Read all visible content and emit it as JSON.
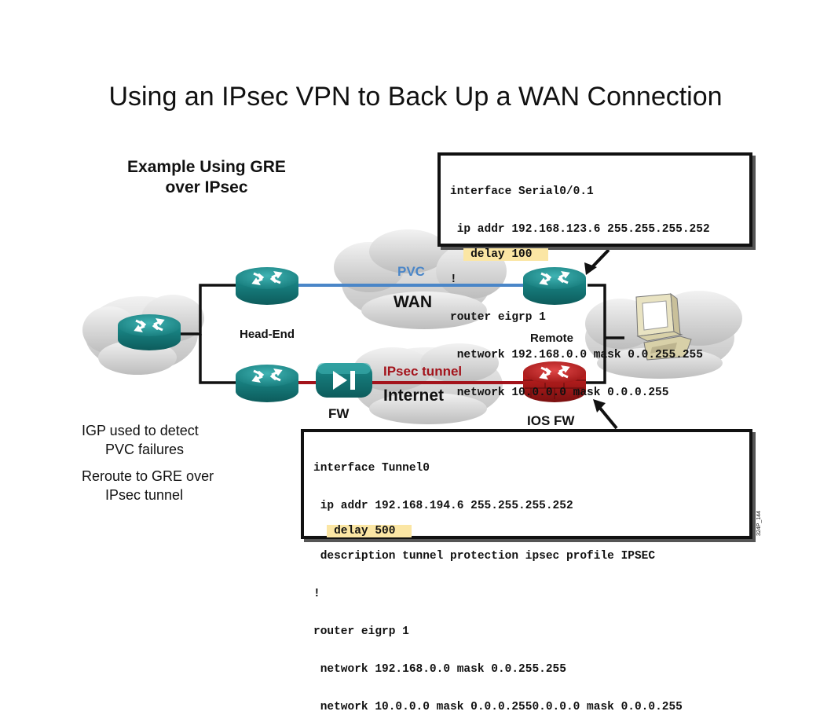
{
  "title": "Using an IPsec VPN to Back Up a WAN Connection",
  "subtitle": {
    "line1": "Example Using GRE",
    "line2": "over IPsec"
  },
  "config_top": {
    "lines": [
      "interface Serial0/0.1",
      " ip addr 192.168.123.6 255.255.255.252",
      " delay 100",
      "!",
      "router eigrp 1",
      " network 192.168.0.0 mask 0.0.255.255",
      " network 10.0.0.0 mask 0.0.0.255"
    ],
    "highlight_line": 2
  },
  "config_bottom": {
    "lines": [
      "interface Tunnel0",
      " ip addr 192.168.194.6 255.255.255.252",
      " delay 500",
      " description tunnel protection ipsec profile IPSEC",
      "!",
      "router eigrp 1",
      " network 192.168.0.0 mask 0.0.255.255",
      " network 10.0.0.0 mask 0.0.0.2550.0.0.0 mask 0.0.0.255"
    ],
    "highlight_line": 2
  },
  "diagram": {
    "pvc_label": "PVC",
    "wan_label": "WAN",
    "headend_label": "Head-End",
    "remote_label": "Remote",
    "ipsec_label": "IPsec tunnel",
    "internet_label": "Internet",
    "fw_label": "FW",
    "iosfw_label": "IOS FW",
    "figure_id": "324P_144",
    "colors": {
      "pvc_line": "#4a86c8",
      "ipsec_line": "#a3131b",
      "router": "#1f8c8c",
      "cloud": "#d4d4d4",
      "highlight": "#fbe6a4"
    }
  },
  "bullets": [
    {
      "line1": "IGP used to detect",
      "line2": "PVC failures"
    },
    {
      "line1": "Reroute to GRE over",
      "line2": "IPsec tunnel"
    }
  ]
}
